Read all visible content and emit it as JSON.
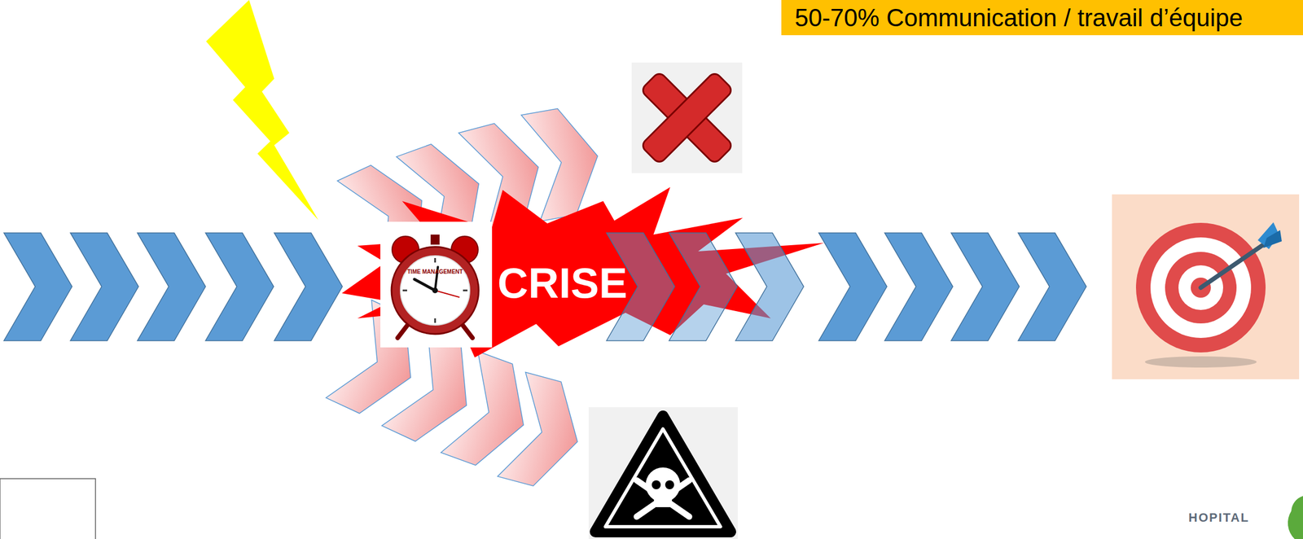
{
  "diagram": {
    "nodes": [
      {
        "text": [
          "50-70% Communication / travail d’équipe"
        ]
      },
      {
        "text": [
          "CRISE"
        ]
      }
    ],
    "labels": [
      "TIME MANAGEMENT",
      "HOPITAL"
    ]
  }
}
